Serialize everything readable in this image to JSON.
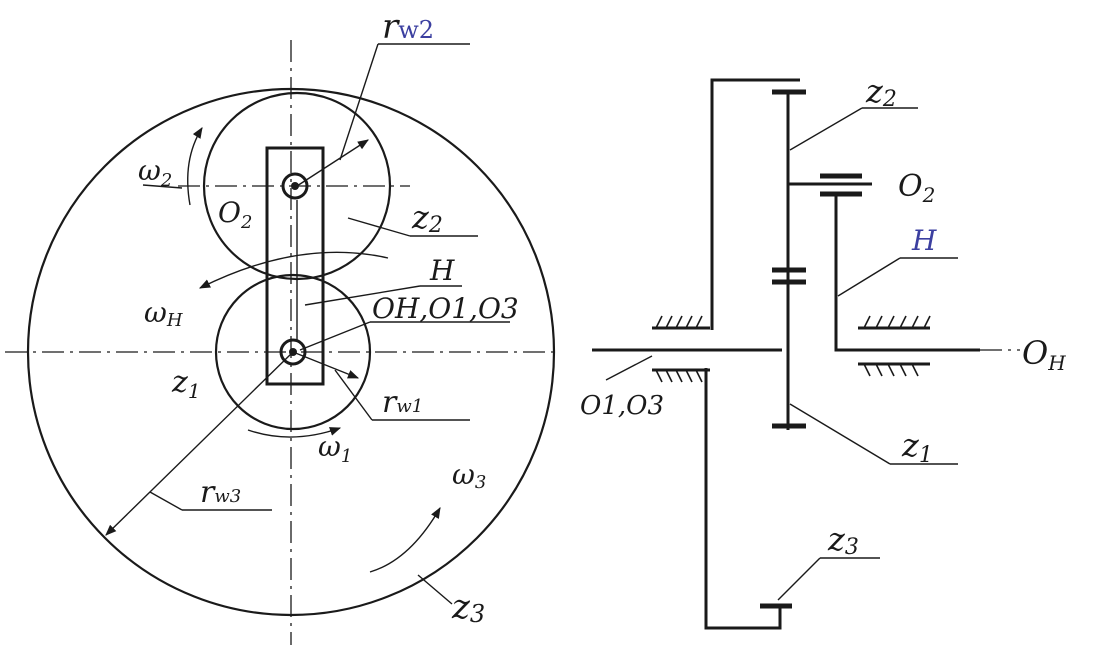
{
  "front_view": {
    "labels": {
      "rw2": "r",
      "rw2_sub": "w2",
      "omega2": "ω",
      "omega2_sub": "2",
      "o2": "O",
      "o2_sub": "2",
      "z2": "z",
      "z2_sub": "2",
      "h": "H",
      "omegah": "ω",
      "omegah_sub": "H",
      "centers": "OH,O1,O3",
      "z1": "z",
      "z1_sub": "1",
      "rw1": "r",
      "rw1_sub": "w1",
      "omega1": "ω",
      "omega1_sub": "1",
      "rw3": "r",
      "rw3_sub": "w3",
      "omega3": "ω",
      "omega3_sub": "3",
      "z3": "z",
      "z3_sub": "3"
    }
  },
  "side_view": {
    "labels": {
      "z2": "z",
      "z2_sub": "2",
      "o2": "O",
      "o2_sub": "2",
      "h": "H",
      "oh": "O",
      "oh_sub": "H",
      "o1o3": "O1,O3",
      "z1": "z",
      "z1_sub": "1",
      "z3": "z",
      "z3_sub": "3"
    }
  },
  "colors": {
    "ink": "#1a1a1a",
    "accent_blue": "#3b3fa0"
  }
}
